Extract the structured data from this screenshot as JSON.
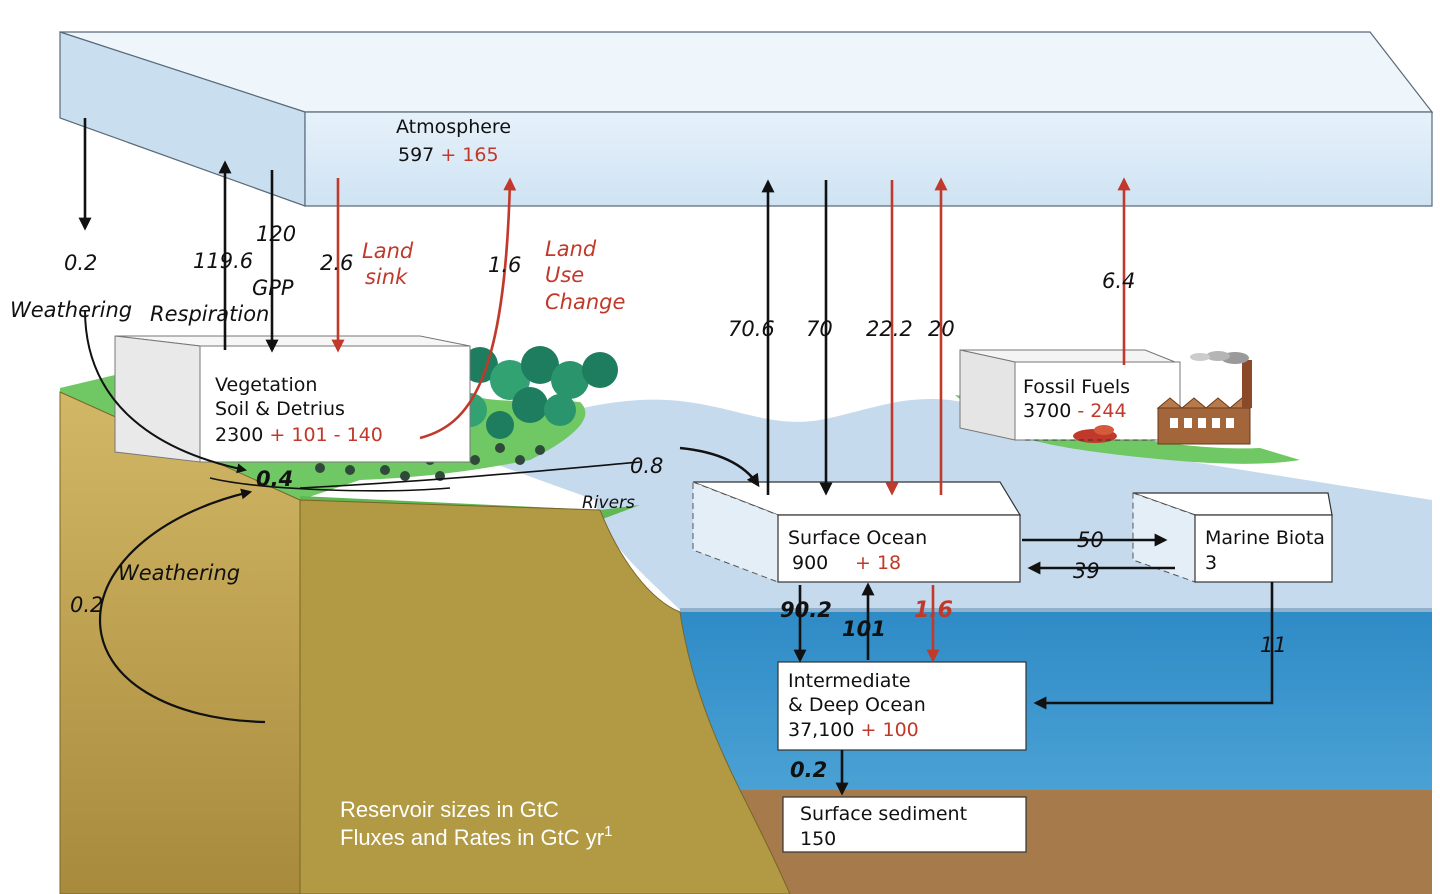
{
  "reservoirs": {
    "atmosphere": {
      "name": "Atmosphere",
      "base": "597",
      "delta": "+ 165"
    },
    "vegetation": {
      "name1": "Vegetation",
      "name2": "Soil & Detrius",
      "base": "2300",
      "delta": "+ 101 - 140"
    },
    "fossil": {
      "name": "Fossil Fuels",
      "base": "3700",
      "delta": "- 244"
    },
    "surface_ocean": {
      "name": "Surface Ocean",
      "base": "900",
      "delta": "+ 18"
    },
    "marine_biota": {
      "name": "Marine Biota",
      "base": "3"
    },
    "deep_ocean": {
      "name1": "Intermediate",
      "name2": "& Deep Ocean",
      "base": "37,100",
      "delta": "+ 100"
    },
    "sediment": {
      "name": "Surface sediment",
      "base": "150"
    }
  },
  "fluxes": {
    "weathering_atm": "0.2",
    "weathering_label": "Weathering",
    "respiration": "119.6",
    "respiration_label": "Respiration",
    "gpp": "120",
    "gpp_label": "GPP",
    "land_sink": "2.6",
    "land_sink_label1": "Land",
    "land_sink_label2": "sink",
    "land_use": "1.6",
    "land_use_label1": "Land",
    "land_use_label2": "Use",
    "land_use_label3": "Change",
    "ocean_out_nat": "70.6",
    "ocean_in_nat": "70",
    "ocean_in_anth": "22.2",
    "ocean_out_anth": "20",
    "fossil_emission": "6.4",
    "soil_to_rivers": "0.4",
    "rivers_to_ocean": "0.8",
    "rivers_label": "Rivers",
    "weathering_rock": "0.2",
    "weathering_rock_label": "Weathering",
    "to_biota": "50",
    "from_biota": "39",
    "downwelling": "90.2",
    "upwelling": "101",
    "anth_down": "1.6",
    "biota_sink": "11",
    "sedimentation": "0.2"
  },
  "notes": {
    "line1": "Reservoir sizes in GtC",
    "line2": "Fluxes and Rates in GtC yr",
    "line2_sup": "1"
  },
  "colors": {
    "anthropogenic": "#c0392b",
    "natural": "#111111",
    "atmosphere": "#d5e8f5",
    "surface_water": "#c8dcf0",
    "deep_water": "#3c92c9",
    "land": "#6cc760",
    "soil": "#c2a556",
    "sediment": "#a4774a"
  }
}
